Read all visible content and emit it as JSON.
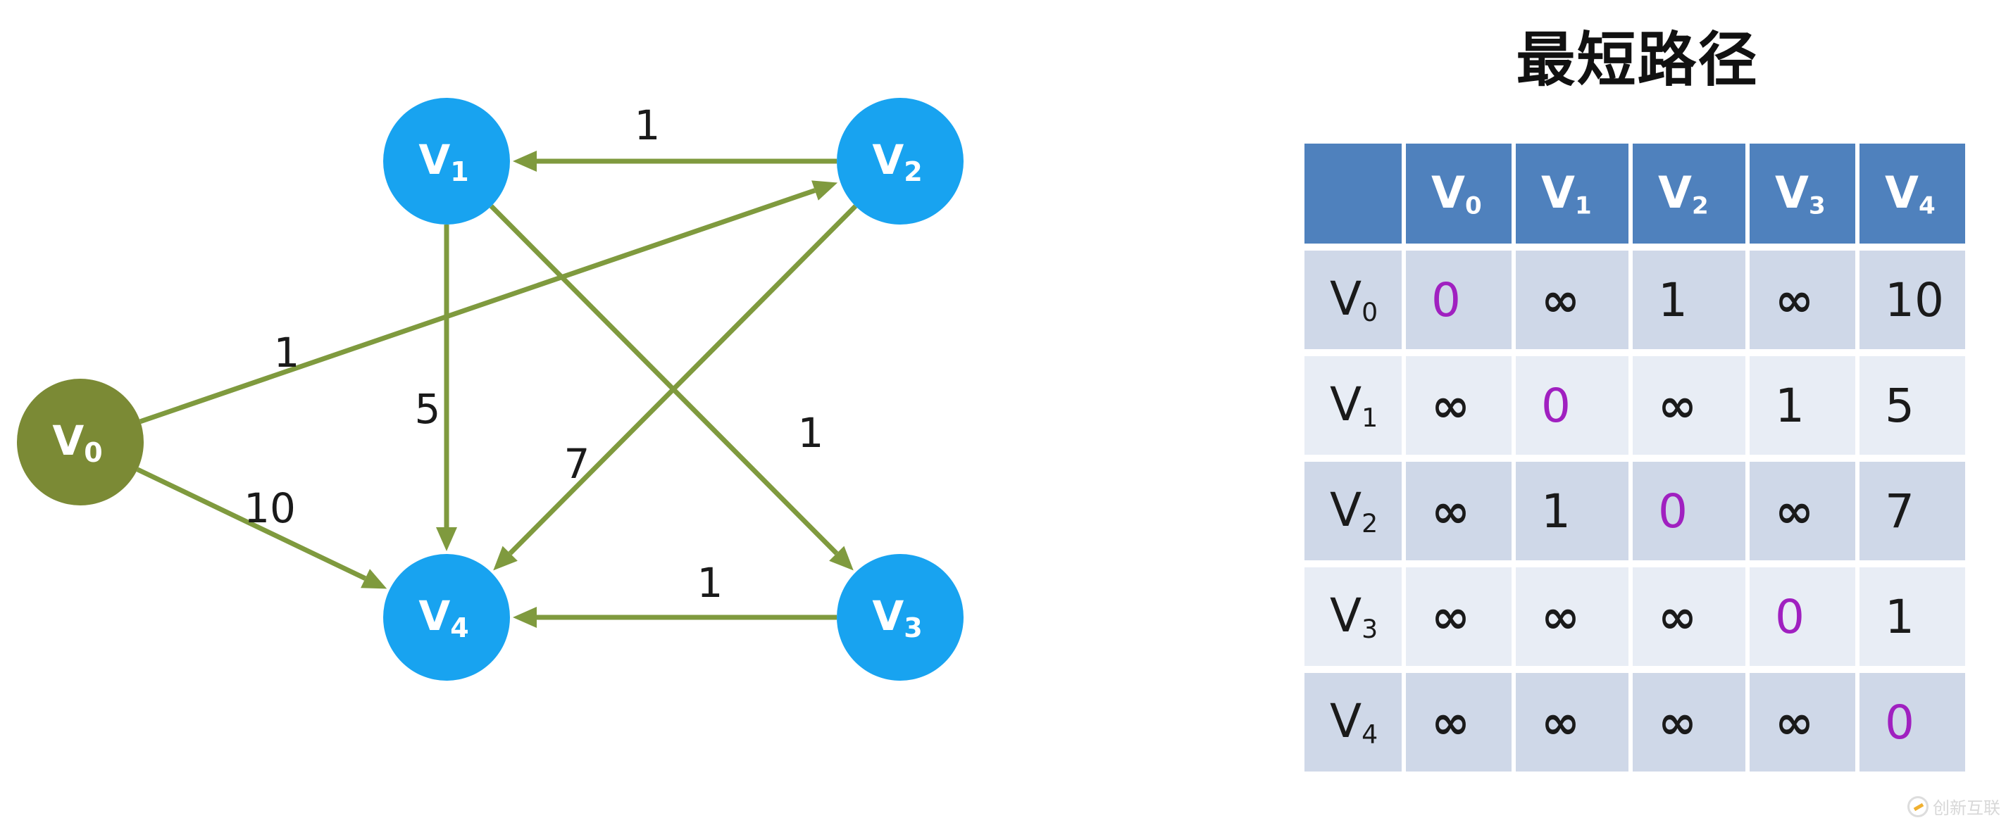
{
  "title": "最短路径",
  "colors": {
    "node": "#18a3f0",
    "start_node": "#7b8a35",
    "edge": "#7f9a3e",
    "header": "#4f81bd",
    "zero": "#a020c0"
  },
  "graph": {
    "nodes": [
      {
        "id": "V0",
        "base": "V",
        "sub": "0",
        "start": true
      },
      {
        "id": "V1",
        "base": "V",
        "sub": "1"
      },
      {
        "id": "V2",
        "base": "V",
        "sub": "2"
      },
      {
        "id": "V3",
        "base": "V",
        "sub": "3"
      },
      {
        "id": "V4",
        "base": "V",
        "sub": "4"
      }
    ],
    "edges": [
      {
        "from": "V2",
        "to": "V1",
        "weight": "1"
      },
      {
        "from": "V0",
        "to": "V2",
        "weight": "1"
      },
      {
        "from": "V1",
        "to": "V4",
        "weight": "5"
      },
      {
        "from": "V2",
        "to": "V4",
        "weight": "7"
      },
      {
        "from": "V1",
        "to": "V3",
        "weight": "1"
      },
      {
        "from": "V0",
        "to": "V4",
        "weight": "10"
      },
      {
        "from": "V3",
        "to": "V4",
        "weight": "1"
      }
    ]
  },
  "matrix": {
    "headers": [
      {
        "base": "V",
        "sub": "0"
      },
      {
        "base": "V",
        "sub": "1"
      },
      {
        "base": "V",
        "sub": "2"
      },
      {
        "base": "V",
        "sub": "3"
      },
      {
        "base": "V",
        "sub": "4"
      }
    ],
    "rows": [
      {
        "label": {
          "base": "V",
          "sub": "0"
        },
        "cells": [
          "0",
          "∞",
          "1",
          "∞",
          "10"
        ]
      },
      {
        "label": {
          "base": "V",
          "sub": "1"
        },
        "cells": [
          "∞",
          "0",
          "∞",
          "1",
          "5"
        ]
      },
      {
        "label": {
          "base": "V",
          "sub": "2"
        },
        "cells": [
          "∞",
          "1",
          "0",
          "∞",
          "7"
        ]
      },
      {
        "label": {
          "base": "V",
          "sub": "3"
        },
        "cells": [
          "∞",
          "∞",
          "∞",
          "0",
          "1"
        ]
      },
      {
        "label": {
          "base": "V",
          "sub": "4"
        },
        "cells": [
          "∞",
          "∞",
          "∞",
          "∞",
          "0"
        ]
      }
    ]
  },
  "watermark": "创新互联"
}
